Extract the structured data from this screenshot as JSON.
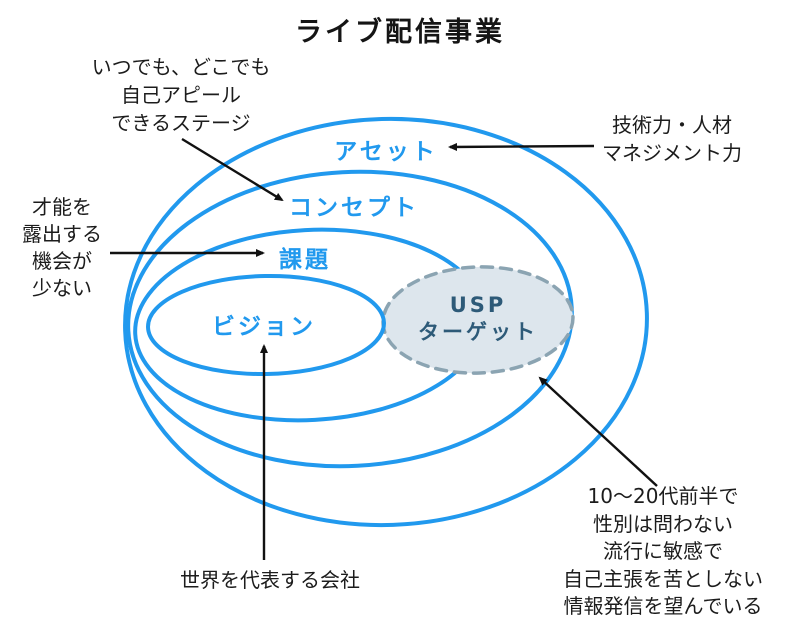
{
  "title": "ライブ配信事業",
  "colors": {
    "ellipse_blue": "#2199ee",
    "usp_fill": "#dde6ed",
    "usp_border": "#8ba4b2",
    "usp_text": "#2d5a78",
    "ink": "#1c1c1c"
  },
  "layers": [
    {
      "label": "アセット"
    },
    {
      "label": "コンセプト"
    },
    {
      "label": "課題"
    },
    {
      "label": "ビジョン"
    }
  ],
  "usp": {
    "lines": [
      "USP",
      "ターゲット"
    ]
  },
  "annotations": {
    "stage": {
      "lines": [
        "いつでも、どこでも",
        "自己アピール",
        "できるステージ"
      ]
    },
    "tech": {
      "lines": [
        "技術力・人材",
        "マネジメント力"
      ]
    },
    "talent": {
      "lines": [
        "才能を",
        "露出する",
        "機会が",
        "少ない"
      ]
    },
    "world": {
      "lines": [
        "世界を代表する会社"
      ]
    },
    "audience": {
      "lines": [
        "10〜20代前半で",
        "性別は問わない",
        "流行に敏感で",
        "自己主張を苦としない",
        "情報発信を望んでいる"
      ]
    }
  }
}
